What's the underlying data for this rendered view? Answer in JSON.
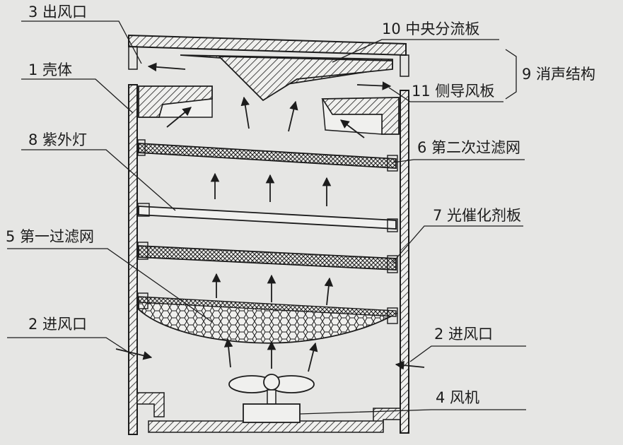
{
  "labels": {
    "outlet_top": "3 出风口",
    "shell": "1 壳体",
    "uv_lamp": "8 紫外灯",
    "first_filter": "5 第一过滤网",
    "inlet_left": "2 进风口",
    "center_plate": "10 中央分流板",
    "muffler": "9 消声结构",
    "side_guide": "11 侧导风板",
    "second_filter": "6 第二次过滤网",
    "photocatalyst": "7 光催化剂板",
    "inlet_right": "2 进风口",
    "fan": "4 风机"
  },
  "colors": {
    "background": "#e6e6e4",
    "line": "#1c1c1c",
    "paper": "#f0f0ee"
  }
}
